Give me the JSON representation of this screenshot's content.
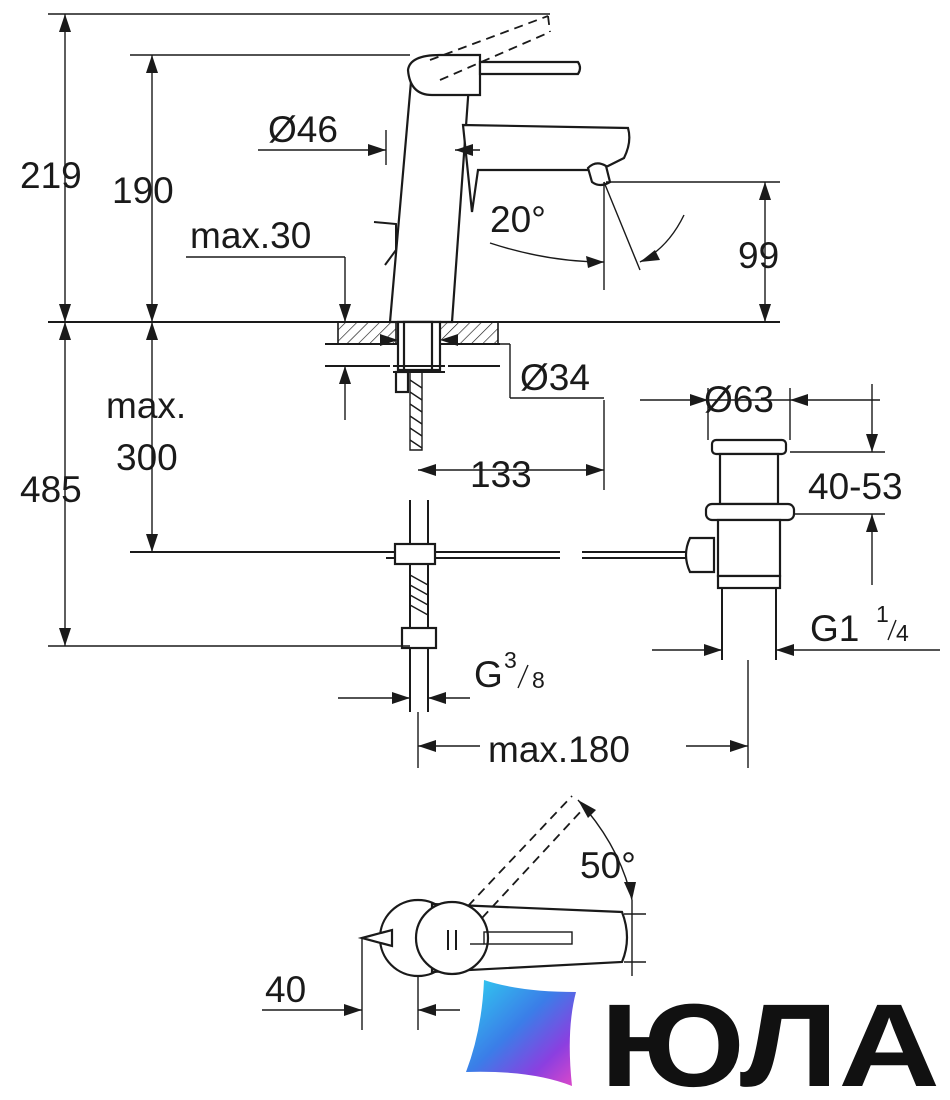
{
  "dimensions": {
    "total_height": "219",
    "lever_height": "190",
    "diameter_body": "Ø46",
    "max_deck_thickness": "max.30",
    "spout_angle": "20°",
    "spout_height": "99",
    "diameter_base": "Ø34",
    "diameter_waste": "Ø63",
    "max_below": "max.",
    "max_below_value": "300",
    "below_height": "485",
    "reach": "133",
    "waste_range": "40-53",
    "waste_thread_main": "G1",
    "waste_thread_num": "1",
    "waste_thread_den": "4",
    "supply_thread_main": "G",
    "supply_thread_num": "3",
    "supply_thread_den": "8",
    "max_pullrod": "max.180",
    "lever_rotation": "50°",
    "lever_offset": "40"
  },
  "brand": {
    "name": "ЮЛА",
    "colors": [
      "#2fd0f0",
      "#3b7de8",
      "#8b3fe0",
      "#e048c8"
    ]
  }
}
